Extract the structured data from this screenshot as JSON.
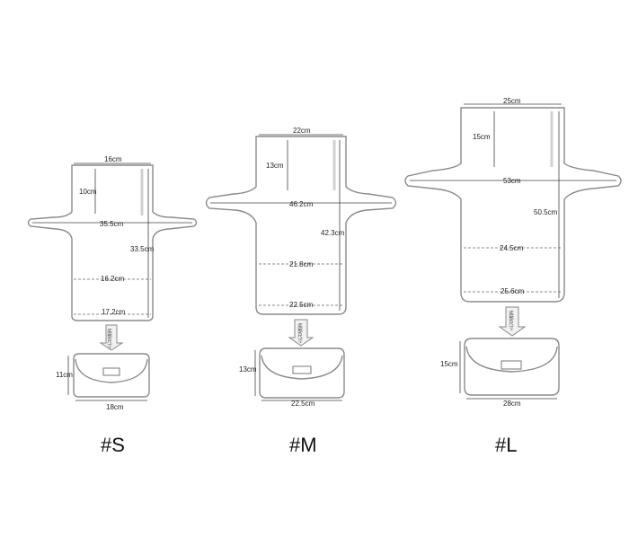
{
  "labels": {
    "size_s": "#S",
    "size_m": "#M",
    "size_l": "#L"
  },
  "s": {
    "top_width": "16cm",
    "neck_height": "10cm",
    "arm_span": "35.5cm",
    "body_height": "33.5cm",
    "waist_width": "16.2cm",
    "bottom_width": "17.2cm",
    "arrow_text": "底部尺寸",
    "base_height": "11cm",
    "base_width": "18cm"
  },
  "m": {
    "top_width": "22cm",
    "neck_height": "13cm",
    "arm_span": "46.2cm",
    "body_height": "42.3cm",
    "waist_width": "21.8cm",
    "bottom_width": "22.5cm",
    "arrow_text": "底部尺寸",
    "base_height": "13cm",
    "base_width": "22.5cm"
  },
  "l": {
    "top_width": "25cm",
    "neck_height": "15cm",
    "arm_span": "53cm",
    "body_height": "50.5cm",
    "waist_width": "24.5cm",
    "bottom_width": "25.6cm",
    "arrow_text": "底部尺寸",
    "base_height": "15cm",
    "base_width": "28cm"
  }
}
